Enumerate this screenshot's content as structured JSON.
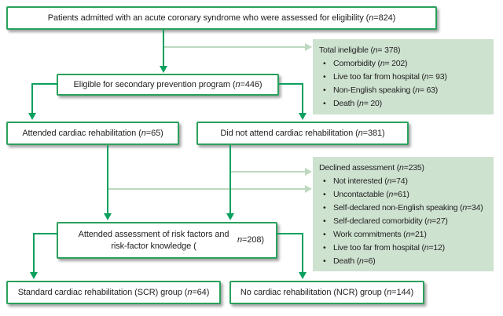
{
  "boxes": {
    "assessed": {
      "label": "Patients admitted with an acute coronary syndrome who were assessed for eligibility (n=824)"
    },
    "eligible": {
      "label": "Eligible for secondary prevention program (n=446)"
    },
    "attended": {
      "label": "Attended cardiac rehabilitation (n=65)"
    },
    "not_attended": {
      "label": "Did not attend cardiac rehabilitation (n=381)"
    },
    "assessment": {
      "label": "Attended assessment of risk factors and risk-factor knowledge (n=208)"
    },
    "scr": {
      "label": "Standard cardiac rehabilitation (SCR) group (n=64)"
    },
    "ncr": {
      "label": "No cardiac rehabilitation (NCR) group (n=144)"
    }
  },
  "panels": {
    "ineligible": {
      "title": "Total ineligible (n= 378)",
      "items": [
        "Comorbidity (n= 202)",
        "Live too far from hospital (n= 93)",
        "Non-English speaking (n= 63)",
        "Death (n= 20)"
      ]
    },
    "declined": {
      "title": "Declined assessment (n=235)",
      "items": [
        "Not interested (n=74)",
        "Uncontactable (n=61)",
        "Self-declared non-English speaking (n=34)",
        "Self-declared comorbidity (n=27)",
        "Work commitments (n=21)",
        "Live too far from hospital (n=12)",
        "Death (n=6)"
      ]
    }
  },
  "colors": {
    "box_border": "#2aa15c",
    "arrow": "#0aa05e",
    "pale_arrow": "#bed9c0",
    "panel_bg": "#cee2d0",
    "text": "#1f1f1f"
  }
}
